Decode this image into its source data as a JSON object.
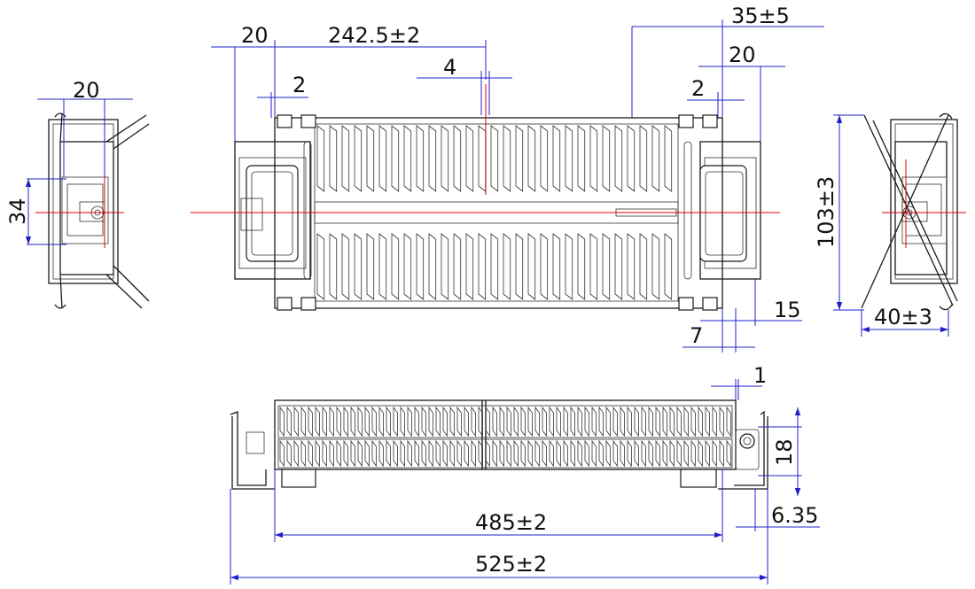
{
  "colors": {
    "dimension_lines": "#2020c8",
    "center_lines": "#e00000",
    "object_lines": "#1a1a1a",
    "background": "#ffffff"
  },
  "dimensions": {
    "left_view_width": "20",
    "left_view_height": "34",
    "top_left_offset": "20",
    "top_half_length": "242.5±2",
    "top_slot_width": "4",
    "top_left_gap": "2",
    "top_right_overall": "35±5",
    "top_right_offset": "20",
    "top_right_gap": "2",
    "top_bottom_right": "15",
    "top_bottom_small": "7",
    "right_view_height": "103±3",
    "right_view_width": "40±3",
    "front_small_gap": "1",
    "front_height": "18",
    "front_terminal": "6.35",
    "front_fin_length": "485±2",
    "front_overall_length": "525±2"
  }
}
